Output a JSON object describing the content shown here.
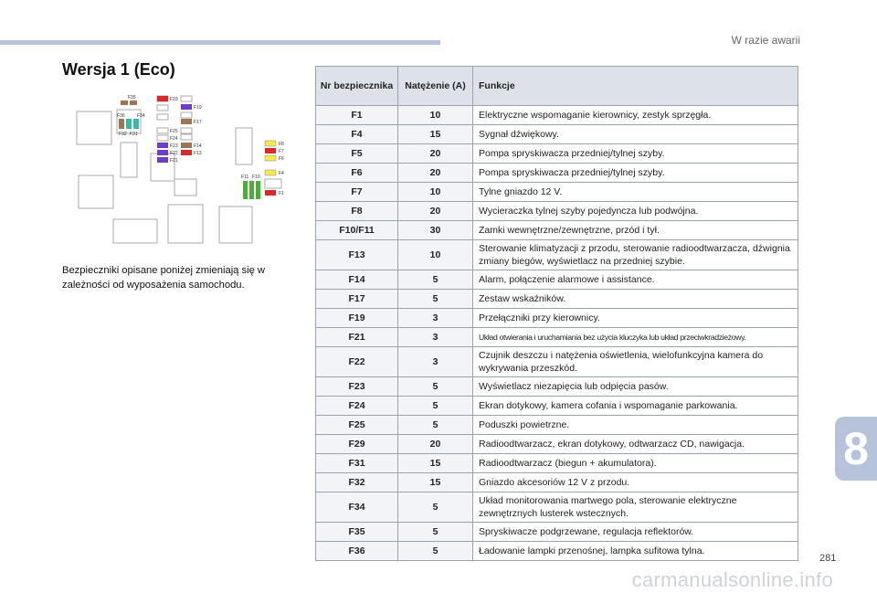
{
  "header": {
    "section": "W razie awarii"
  },
  "title": "Wersja 1 (Eco)",
  "note": "Bezpieczniki opisane poniżej zmieniają się w zależności od wyposażenia samochodu.",
  "chapter_number": "8",
  "page_number": "281",
  "watermark": "carmanualsonline.info",
  "table": {
    "headers": {
      "nr": "Nr bezpiecznika",
      "amp": "Natężenie (A)",
      "fun": "Funkcje"
    },
    "rows": [
      {
        "nr": "F1",
        "amp": "10",
        "fun": "Elektryczne wspomaganie kierownicy, zestyk sprzęgła."
      },
      {
        "nr": "F4",
        "amp": "15",
        "fun": "Sygnał dźwiękowy."
      },
      {
        "nr": "F5",
        "amp": "20",
        "fun": "Pompa spryskiwacza przedniej/tylnej szyby."
      },
      {
        "nr": "F6",
        "amp": "20",
        "fun": "Pompa spryskiwacza przedniej/tylnej szyby."
      },
      {
        "nr": "F7",
        "amp": "10",
        "fun": "Tylne gniazdo 12 V."
      },
      {
        "nr": "F8",
        "amp": "20",
        "fun": "Wycieraczka tylnej szyby pojedyncza lub podwójna."
      },
      {
        "nr": "F10/F11",
        "amp": "30",
        "fun": "Zamki wewnętrzne/zewnętrzne, przód i tył."
      },
      {
        "nr": "F13",
        "amp": "10",
        "fun": "Sterowanie klimatyzacji z przodu, sterowanie radioodtwarzacza, dźwignia zmiany biegów, wyświetlacz na przedniej szybie."
      },
      {
        "nr": "F14",
        "amp": "5",
        "fun": "Alarm, połączenie alarmowe i assistance."
      },
      {
        "nr": "F17",
        "amp": "5",
        "fun": "Zestaw wskaźników."
      },
      {
        "nr": "F19",
        "amp": "3",
        "fun": "Przełączniki przy kierownicy."
      },
      {
        "nr": "F21",
        "amp": "3",
        "fun": "Układ otwierania i uruchamiania bez użycia kluczyka lub układ przeciwkradzieżowy."
      },
      {
        "nr": "F22",
        "amp": "3",
        "fun": "Czujnik deszczu i natężenia oświetlenia, wielofunkcyjna kamera do wykrywania przeszkód."
      },
      {
        "nr": "F23",
        "amp": "5",
        "fun": "Wyświetlacz niezapięcia lub odpięcia pasów."
      },
      {
        "nr": "F24",
        "amp": "5",
        "fun": "Ekran dotykowy, kamera cofania i wspomaganie parkowania."
      },
      {
        "nr": "F25",
        "amp": "5",
        "fun": "Poduszki powietrzne."
      },
      {
        "nr": "F29",
        "amp": "20",
        "fun": "Radioodtwarzacz, ekran dotykowy, odtwarzacz CD, nawigacja."
      },
      {
        "nr": "F31",
        "amp": "15",
        "fun": "Radioodtwarzacz (biegun + akumulatora)."
      },
      {
        "nr": "F32",
        "amp": "15",
        "fun": "Gniazdo akcesoriów 12 V z przodu."
      },
      {
        "nr": "F34",
        "amp": "5",
        "fun": "Układ monitorowania martwego pola, sterowanie elektryczne zewnętrznych lusterek wstecznych."
      },
      {
        "nr": "F35",
        "amp": "5",
        "fun": "Spryskiwacze podgrzewane, regulacja reflektorów."
      },
      {
        "nr": "F36",
        "amp": "5",
        "fun": "Ładowanie lampki przenośnej, lampka sufitowa tylna."
      }
    ]
  },
  "diagram": {
    "labels": {
      "F35": "F35",
      "F29": "F29",
      "F19": "F19",
      "F36": "F36",
      "F34": "F34",
      "F17": "F17",
      "F32": "F32",
      "F31": "F31",
      "F25": "F25",
      "F24": "F24",
      "F23": "F23",
      "F14": "F14",
      "F22": "F22",
      "F13": "F13",
      "F21": "F21",
      "F8": "F8",
      "F7": "F7",
      "F6": "F6",
      "F11": "F11",
      "F10": "F10",
      "F4": "F4",
      "F1": "F1"
    },
    "colors": {
      "red": "#d62b2b",
      "brown": "#9b7650",
      "purple": "#6a3fc2",
      "teal": "#36b9a8",
      "yellow": "#f4e84a",
      "green": "#4caf3c",
      "outline": "#aaaaaa"
    }
  }
}
